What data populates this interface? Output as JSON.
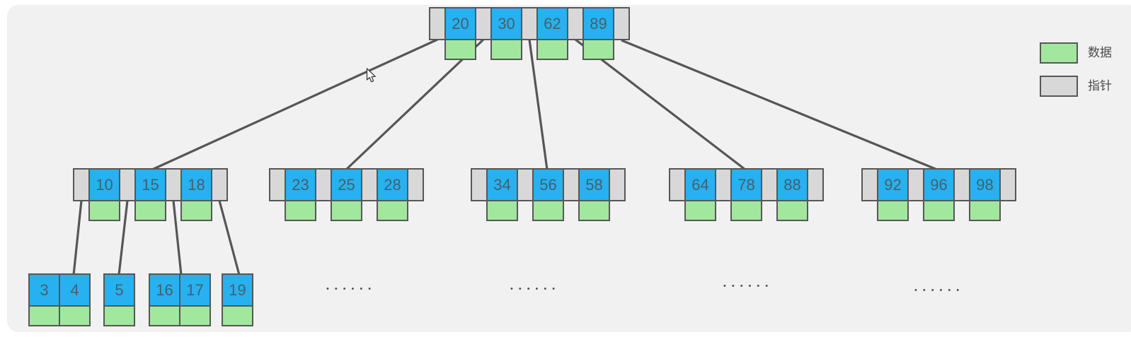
{
  "tree": {
    "root": {
      "keys": [
        "20",
        "30",
        "62",
        "89"
      ]
    },
    "internal": [
      {
        "keys": [
          "10",
          "15",
          "18"
        ]
      },
      {
        "keys": [
          "23",
          "25",
          "28"
        ]
      },
      {
        "keys": [
          "34",
          "56",
          "58"
        ]
      },
      {
        "keys": [
          "64",
          "78",
          "88"
        ]
      },
      {
        "keys": [
          "92",
          "96",
          "98"
        ]
      }
    ],
    "leaves": [
      {
        "keys": [
          "3",
          "4"
        ]
      },
      {
        "keys": [
          "5"
        ]
      },
      {
        "keys": [
          "16",
          "17"
        ]
      },
      {
        "keys": [
          "19"
        ]
      }
    ],
    "ellipsis": "••••••"
  },
  "legend": {
    "items": [
      {
        "label": "数据",
        "color": "#a2e79e"
      },
      {
        "label": "指针",
        "color": "#d8d8d8"
      }
    ]
  },
  "colors": {
    "card_bg": "#f1f1f2",
    "key_fill": "#27b1f0",
    "data_fill": "#a2e79e",
    "pointer_fill": "#d8d8d8",
    "key_text": "#44606d",
    "line": "#565656"
  }
}
